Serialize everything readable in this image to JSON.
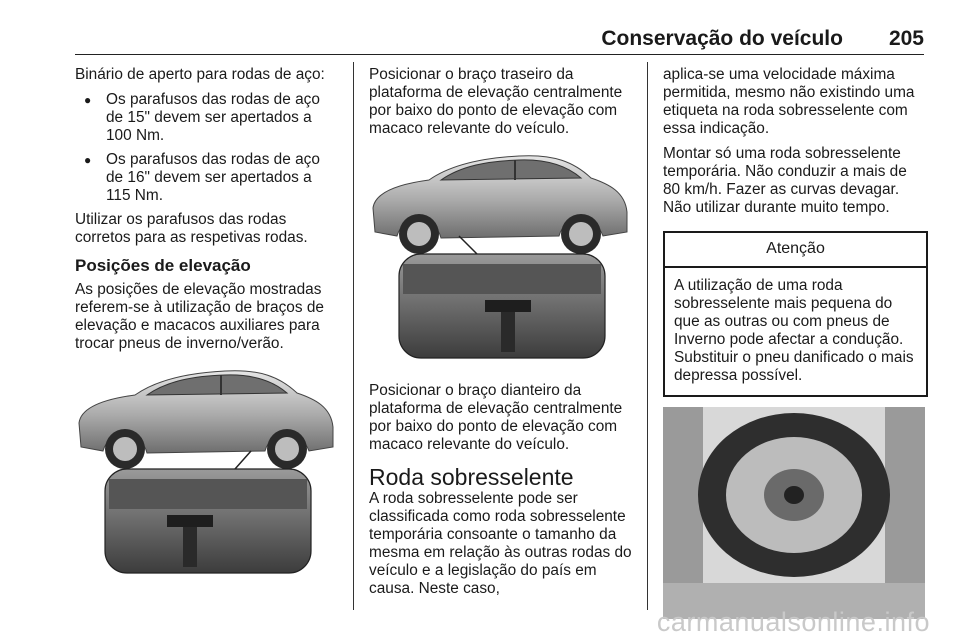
{
  "header": {
    "title": "Conservação do veículo",
    "page_number": "205"
  },
  "col1": {
    "intro": "Binário de aperto para rodas de aço:",
    "bullets": [
      "Os parafusos das rodas de aço de 15\" devem ser apertados a 100 Nm.",
      "Os parafusos das rodas de aço de 16\" devem ser apertados a 115 Nm."
    ],
    "para2": "Utilizar os parafusos das rodas corretos para as respetivas rodas.",
    "heading": "Posições de elevação",
    "para3": "As posições de elevação mostradas referem-se à utilização de braços de elevação e macacos auxiliares para trocar pneus de inverno/verão."
  },
  "col2": {
    "para1": "Posicionar o braço traseiro da plataforma de elevação centralmente por baixo do ponto de elevação com macaco relevante do veículo.",
    "para2": "Posicionar o braço dianteiro da plataforma de elevação centralmente por baixo do ponto de elevação com macaco relevante do veículo.",
    "heading": "Roda sobresselente",
    "para3": "A roda sobresselente pode ser classificada como roda sobresselente temporária consoante o tamanho da mesma em relação às outras rodas do veículo e a legislação do país em causa. Neste caso,"
  },
  "col3": {
    "para1": "aplica-se uma velocidade máxima permitida, mesmo não existindo uma etiqueta na roda sobresselente com essa indicação.",
    "para2": "Montar só uma roda sobresselente temporária. Não conduzir a mais de 80 km/h. Fazer as curvas devagar. Não utilizar durante muito tempo.",
    "warning": {
      "title": "Atenção",
      "text": "A utilização de uma roda sobresselente mais pequena do que as outras ou com pneus de Inverno pode afectar a condução. Substituir o pneu danificado o mais depressa possível."
    }
  },
  "watermark": "carmanualsonline.info"
}
